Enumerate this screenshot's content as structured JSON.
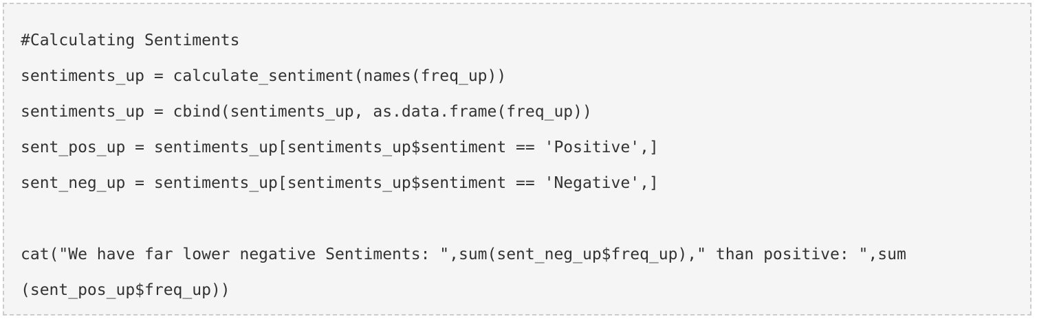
{
  "code": {
    "lines": [
      "#Calculating Sentiments",
      "sentiments_up = calculate_sentiment(names(freq_up))",
      "sentiments_up = cbind(sentiments_up, as.data.frame(freq_up))",
      "sent_pos_up = sentiments_up[sentiments_up$sentiment == 'Positive',]",
      "sent_neg_up = sentiments_up[sentiments_up$sentiment == 'Negative',]",
      "",
      "cat(\"We have far lower negative Sentiments: \",sum(sent_neg_up$freq_up),\" than positive: \",sum",
      "(sent_pos_up$freq_up))"
    ]
  },
  "colors": {
    "background": "#f5f5f5",
    "border": "#cccccc",
    "text": "#333333"
  }
}
